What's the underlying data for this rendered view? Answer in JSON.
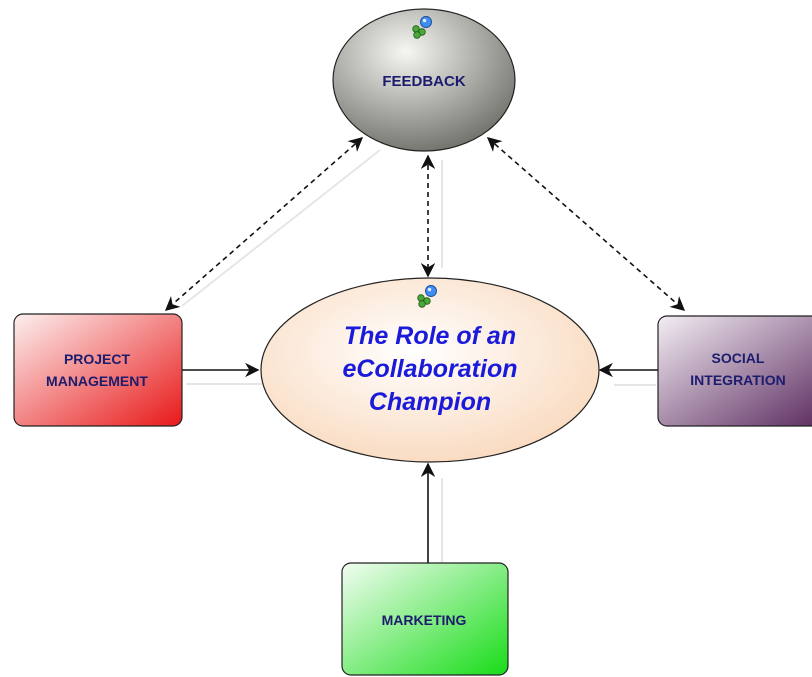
{
  "diagram": {
    "center": {
      "lines": [
        "The Role of an",
        "eCollaboration",
        "Champion"
      ]
    },
    "feedback": {
      "label": "FEEDBACK"
    },
    "project_management": {
      "lines": [
        "PROJECT",
        "MANAGEMENT"
      ]
    },
    "social_integration": {
      "lines": [
        "SOCIAL",
        "INTEGRATION"
      ]
    },
    "marketing": {
      "label": "MARKETING"
    }
  },
  "colors": {
    "center_fill": "#fbe7d6",
    "feedback_fill": "#8f8f8a",
    "project_fill": "#f06a6a",
    "social_fill": "#8a6f8d",
    "marketing_fill": "#5cf05c",
    "label_dark": "#1c1c6e",
    "label_center": "#1a1adb"
  },
  "icons": [
    "network-nodes-icon"
  ]
}
